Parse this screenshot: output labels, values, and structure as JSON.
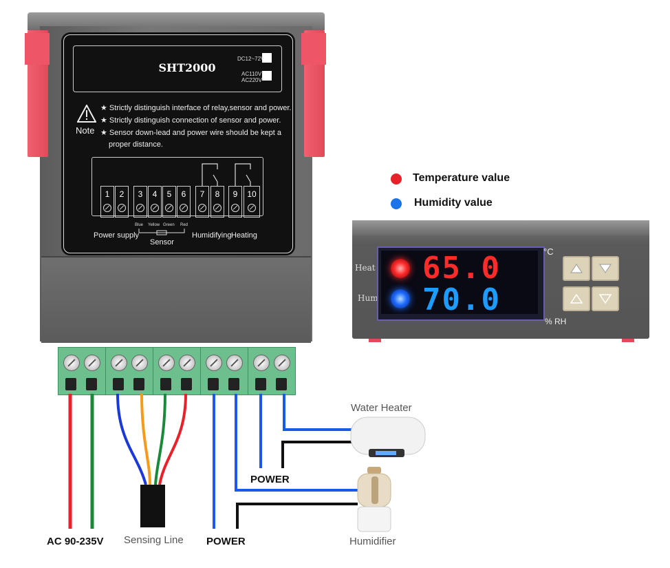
{
  "controller": {
    "model": "SHT2000",
    "voltage_dc": "DC12~72V",
    "voltage_ac_1": "AC110V",
    "voltage_ac_2": "AC220V",
    "note_word": "Note",
    "notes": [
      "Strictly distinguish interface of relay,sensor and power.",
      "Strictly distinguish connection of sensor and power.",
      "Sensor down-lead and power wire should be kept a",
      "proper distance."
    ],
    "terminals": [
      "1",
      "2",
      "3",
      "4",
      "5",
      "6",
      "7",
      "8",
      "9",
      "10"
    ],
    "sensor_wire_colors": [
      "Blue",
      "Yellow",
      "Green",
      "Red"
    ],
    "group_labels": {
      "power": "Power supply",
      "sensor": "Sensor",
      "humidifying": "Humidifying",
      "heating": "Heating"
    }
  },
  "legend": {
    "temperature": "Temperature value",
    "humidity": "Humidity value",
    "temperature_color": "#e8222a",
    "humidity_color": "#1a73e8"
  },
  "display": {
    "heat_label": "Heat",
    "hum_label": "Hum",
    "temp_value": "65.0",
    "hum_value": "70.0",
    "unit_temp": "°C",
    "unit_hum": "% RH",
    "temp_color": "#ff2a2a",
    "hum_color": "#1e9bff"
  },
  "wiring": {
    "ac_label": "AC 90-235V",
    "sensing_label": "Sensing Line",
    "power_label_1": "POWER",
    "power_label_2": "POWER",
    "water_heater": "Water Heater",
    "humidifier": "Humidifier"
  }
}
